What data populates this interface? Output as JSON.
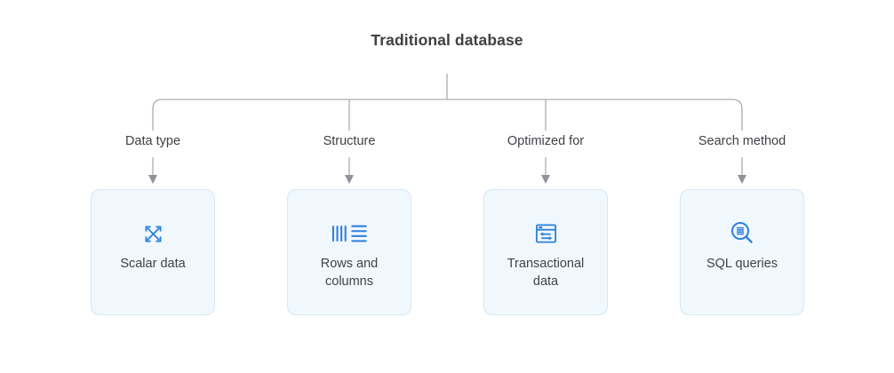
{
  "title": "Traditional database",
  "branches": [
    {
      "label": "Data type",
      "card_label": "Scalar data",
      "icon": "expand-arrows-icon"
    },
    {
      "label": "Structure",
      "card_label": "Rows and columns",
      "icon": "rows-columns-icon"
    },
    {
      "label": "Optimized for",
      "card_label": "Transactional data",
      "icon": "window-sync-arrows-icon"
    },
    {
      "label": "Search method",
      "card_label": "SQL queries",
      "icon": "search-query-icon"
    }
  ],
  "colors": {
    "connector": "#a9aeb4",
    "arrowhead": "#8e949a",
    "card_background": "#f1f8fd",
    "card_border": "#d2e8f8",
    "icon_accent": "#2e80de",
    "text": "#3f4347"
  }
}
